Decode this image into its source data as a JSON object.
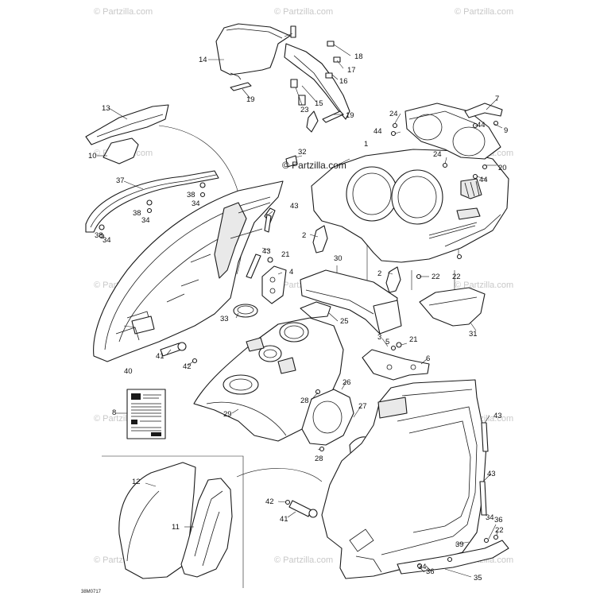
{
  "watermark": "© Partzilla.com",
  "center_watermark": "© Partzilla.com",
  "drawing_id": "38M0717",
  "callouts": {
    "c1": "1",
    "c2a": "2",
    "c2b": "2",
    "c3": "3",
    "c4": "4",
    "c5": "5",
    "c6": "6",
    "c7": "7",
    "c8": "8",
    "c9": "9",
    "c10": "10",
    "c11": "11",
    "c12": "12",
    "c13": "13",
    "c14": "14",
    "c15": "15",
    "c16": "16",
    "c17": "17",
    "c18": "18",
    "c19a": "19",
    "c19b": "19",
    "c20": "20",
    "c21a": "21",
    "c21b": "21",
    "c22a": "22",
    "c22b": "22",
    "c23": "23",
    "c24a": "24",
    "c24b": "24",
    "c25": "25",
    "c26": "26",
    "c27": "27",
    "c28a": "28",
    "c28b": "28",
    "c29": "29",
    "c30": "30",
    "c31": "31",
    "c32": "32",
    "c33": "33",
    "c34a": "34",
    "c34b": "34",
    "c34c": "34",
    "c34d": "34",
    "c34e": "34",
    "c35": "35",
    "c36a": "36",
    "c36b": "36",
    "c37": "37",
    "c38a": "38",
    "c38b": "38",
    "c38c": "38",
    "c39": "39",
    "c40": "40",
    "c41a": "41",
    "c41b": "41",
    "c42a": "42",
    "c42b": "42",
    "c43a": "43",
    "c43b": "43",
    "c43c": "43",
    "c43d": "43",
    "c44a": "44",
    "c44b": "44",
    "c44c": "44"
  }
}
